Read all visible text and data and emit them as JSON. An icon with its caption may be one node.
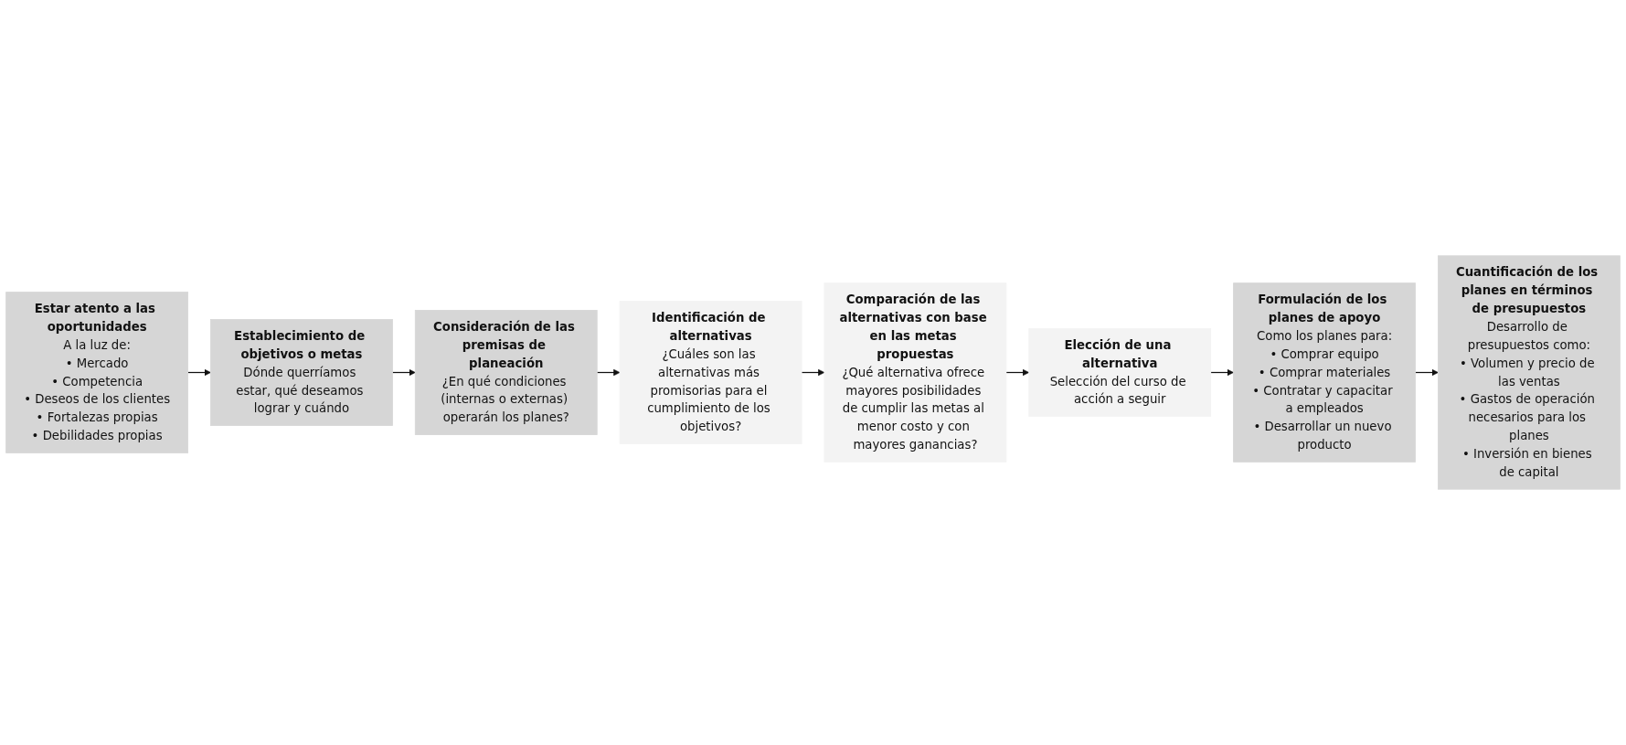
{
  "diagram": {
    "nodes": [
      {
        "text": [
          "Estar atento a las oportunidades",
          "A la luz de:",
          "• Mercado",
          "• Competencia",
          "• Deseos de los clientes",
          "• Fortalezas propias",
          "• Debilidades propias"
        ]
      },
      {
        "text": [
          "Establecimiento de objetivos o metas",
          "Dónde querríamos estar, qué deseamos lograr y cuándo"
        ]
      },
      {
        "text": [
          "Consideración de las premisas de planeación",
          "¿En qué condiciones (internas o externas) operarán los planes?"
        ]
      },
      {
        "text": [
          "Identificación de alternativas",
          "¿Cuáles son las alternativas más promisorias para el cumplimiento de los objetivos?"
        ]
      },
      {
        "text": [
          "Comparación de las alternativas con base en las metas propuestas",
          "¿Qué alternativa ofrece mayores posibilidades de cumplir las metas al menor costo y con mayores ganancias?"
        ]
      },
      {
        "text": [
          "Elección de una alternativa",
          "Selección del curso de acción a seguir"
        ]
      },
      {
        "text": [
          "Formulación de los planes de apoyo",
          "Como los planes para:",
          "• Comprar equipo",
          "• Comprar materiales",
          "• Contratar y capacitar a empleados",
          "• Desarrollar un nuevo producto"
        ]
      },
      {
        "text": [
          "Cuantificación de los planes en términos de presupuestos",
          "Desarrollo de presupuestos como:",
          "• Volumen y precio de las ventas",
          "• Gastos de operación necesarios para los planes",
          "• Inversión en bienes de capital"
        ]
      }
    ],
    "edges": [
      {
        "from": 0,
        "to": 1,
        "arrow": "to"
      },
      {
        "from": 1,
        "to": 2,
        "arrow": "to"
      },
      {
        "from": 2,
        "to": 3,
        "arrow": "to"
      },
      {
        "from": 3,
        "to": 4,
        "arrow": "to"
      },
      {
        "from": 4,
        "to": 5,
        "arrow": "to"
      },
      {
        "from": 5,
        "to": 6,
        "arrow": "to"
      },
      {
        "from": 6,
        "to": 7,
        "arrow": "to"
      }
    ]
  }
}
